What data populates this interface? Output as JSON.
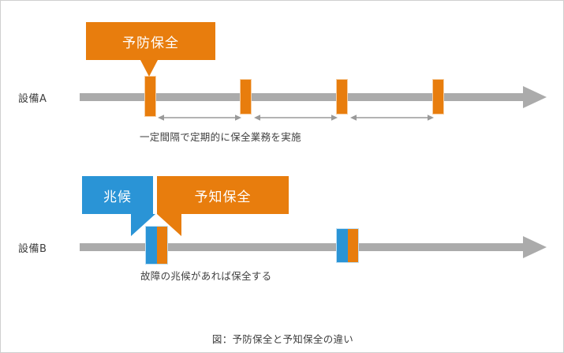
{
  "figure": {
    "caption": "図：予防保全と予知保全の違い",
    "colors": {
      "orange": "#E87D0D",
      "blue": "#2A94D6",
      "timeline_gray": "#ABABAB",
      "text": "#3F3F3F",
      "border": "#D0D0D0"
    }
  },
  "rows": [
    {
      "label": "設備A",
      "note": "一定間隔で定期的に保全業務を実施",
      "callouts": [
        {
          "label": "予防保全",
          "color": "#E87D0D"
        }
      ],
      "markers": [
        {
          "kind": "orange",
          "position": 1
        },
        {
          "kind": "orange",
          "position": 2
        },
        {
          "kind": "orange",
          "position": 3
        },
        {
          "kind": "orange",
          "position": 4
        }
      ],
      "intervals": [
        {
          "id": 1,
          "style": "double-headed"
        },
        {
          "id": 2,
          "style": "double-headed"
        },
        {
          "id": 3,
          "style": "double-headed"
        }
      ]
    },
    {
      "label": "設備B",
      "note": "故障の兆候があれば保全する",
      "callouts": [
        {
          "label": "兆候",
          "color": "#2A94D6"
        },
        {
          "label": "予知保全",
          "color": "#E87D0D"
        }
      ],
      "markers": [
        {
          "kind": "split",
          "position": 1
        },
        {
          "kind": "split",
          "position": 2
        }
      ],
      "intervals": []
    }
  ]
}
